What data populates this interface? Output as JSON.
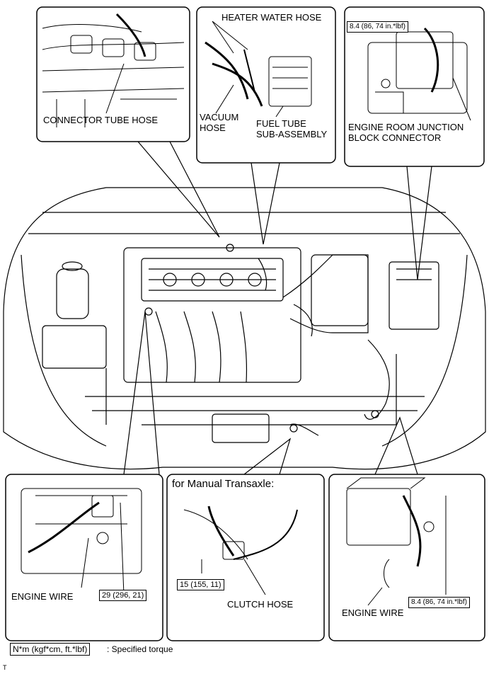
{
  "panels": {
    "top_left": {
      "connector_tube_hose": "CONNECTOR TUBE HOSE"
    },
    "top_middle": {
      "heater_water_hose": "HEATER WATER HOSE",
      "vacuum_hose": "VACUUM\nHOSE",
      "fuel_tube": "FUEL TUBE\nSUB-ASSEMBLY"
    },
    "top_right": {
      "torque": "8.4 (86, 74 in.*lbf)",
      "junction_block": "ENGINE ROOM JUNCTION\nBLOCK CONNECTOR"
    },
    "bottom_left": {
      "engine_wire": "ENGINE WIRE",
      "torque": "29 (296, 21)"
    },
    "bottom_middle": {
      "title": "for Manual Transaxle:",
      "torque": "15 (155, 11)",
      "clutch_hose": "CLUTCH HOSE"
    },
    "bottom_right": {
      "engine_wire": "ENGINE WIRE",
      "torque": "8.4 (86, 74 in.*lbf)"
    }
  },
  "legend": {
    "unit_box": "N*m (kgf*cm, ft.*lbf)",
    "description": ": Specified torque"
  },
  "footer_mark": "T"
}
